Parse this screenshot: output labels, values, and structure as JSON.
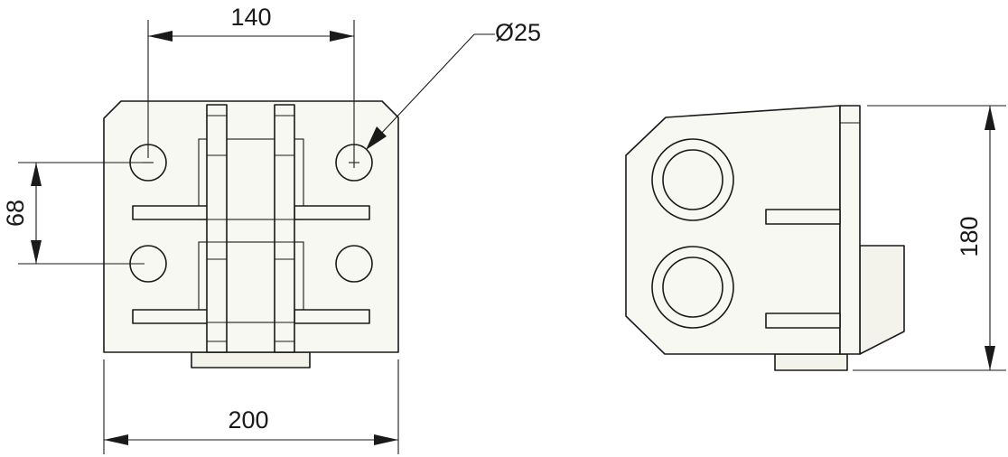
{
  "dimensions": {
    "hole_spacing_horizontal": "140",
    "hole_diameter": "Ø25",
    "hole_spacing_vertical": "68",
    "overall_width": "200",
    "overall_height": "180"
  }
}
